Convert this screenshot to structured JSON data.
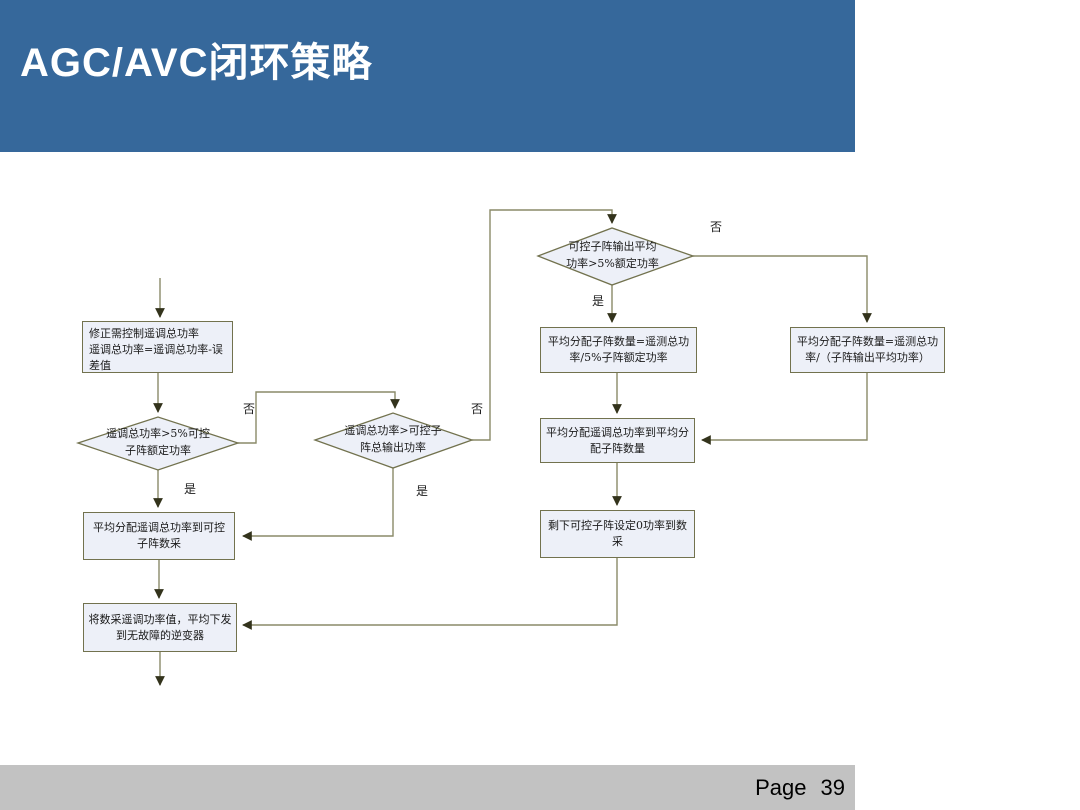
{
  "header": {
    "title": "AGC/AVC闭环策略"
  },
  "footer": {
    "page_prefix": "Page",
    "page_number": "39"
  },
  "colors": {
    "header_bg": "#36689b",
    "footer_bg": "#c2c2c2",
    "node_fill": "#edf0f8",
    "node_border": "#72724e",
    "connector": "#8a8a68",
    "arrowhead": "#33331c"
  },
  "flowchart": {
    "decision_labels": {
      "yes": "是",
      "no": "否"
    },
    "nodes": {
      "correct_power": "修正需控制遥调总功率\n遥调总功率=遥调总功率-误差值",
      "dia_remote_gt_5pct_rated": "遥调总功率>5%可控子阵额定功率",
      "dia_remote_gt_output": "遥调总功率>可控子阵总输出功率",
      "dia_avg_output_gt_5pct": "可控子阵输出平均功率>5%额定功率",
      "alloc_count_rated": "平均分配子阵数量=遥测总功率/5%子阵额定功率",
      "alloc_count_avg": "平均分配子阵数量=遥测总功率/（子阵输出平均功率）",
      "alloc_to_count": "平均分配遥调总功率到平均分配子阵数量",
      "remaining_zero": "剩下可控子阵设定0功率到数采",
      "alloc_to_controllable": "平均分配遥调总功率到可控子阵数采",
      "send_to_inverter": "将数采遥调功率值，平均下发到无故障的逆变器"
    }
  }
}
